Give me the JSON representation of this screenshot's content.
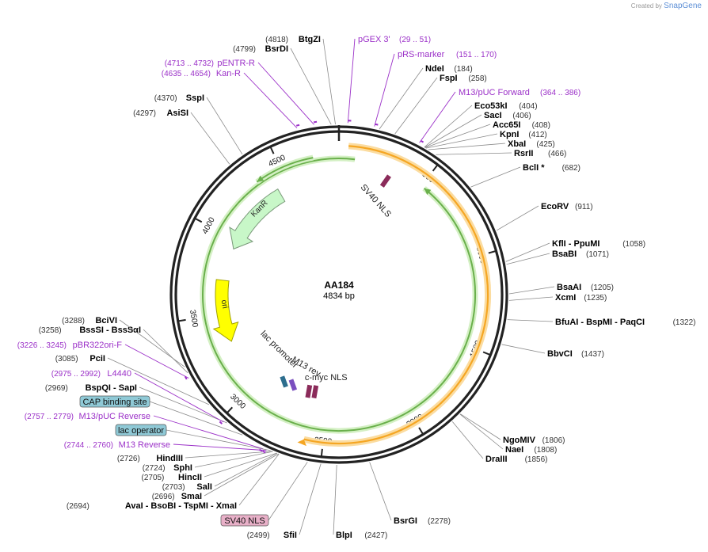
{
  "brand": {
    "prefix": "Created by",
    "name": "SnapGene"
  },
  "plasmid": {
    "name": "AA184",
    "length_label": "4834 bp",
    "length": 4834,
    "ticks": [
      {
        "pos": 500,
        "label": "500"
      },
      {
        "pos": 1000,
        "label": "1000"
      },
      {
        "pos": 1500,
        "label": "1500"
      },
      {
        "pos": 2000,
        "label": "2000"
      },
      {
        "pos": 2500,
        "label": "2500"
      },
      {
        "pos": 3000,
        "label": "3000"
      },
      {
        "pos": 3500,
        "label": "3500"
      },
      {
        "pos": 4000,
        "label": "4000"
      },
      {
        "pos": 4500,
        "label": "4500"
      }
    ]
  },
  "colors": {
    "backbone": "#222222",
    "enzyme_text": "#000000",
    "coord_text": "#333333",
    "primer": "#9b30c8",
    "leader": "#8a8a8a",
    "kanr_fill": "#c8f7c8",
    "kanr_stroke": "#7a9a7a",
    "ori_fill": "#ffff00",
    "ori_stroke": "#a0a000",
    "orange_feature": "#f5a623",
    "green_feature": "#6ab04c",
    "promoter_box": "#8fc9d6",
    "nls_box": "#e8b0c8",
    "nls_marker": "#8b2b5a",
    "lac_marker": "#2d6e8e"
  },
  "enzymes": [
    {
      "name": "BtgZI",
      "coord": "(4818)",
      "bp": 4818
    },
    {
      "name": "BsrDI",
      "coord": "(4799)",
      "bp": 4799
    },
    {
      "name": "NdeI",
      "coord": "(184)",
      "bp": 184
    },
    {
      "name": "FspI",
      "coord": "(258)",
      "bp": 258
    },
    {
      "name": "Eco53kI",
      "coord": "(404)",
      "bp": 404
    },
    {
      "name": "SacI",
      "coord": "(406)",
      "bp": 406
    },
    {
      "name": "Acc65I",
      "coord": "(408)",
      "bp": 408
    },
    {
      "name": "KpnI",
      "coord": "(412)",
      "bp": 412
    },
    {
      "name": "XbaI",
      "coord": "(425)",
      "bp": 425
    },
    {
      "name": "RsrII",
      "coord": "(466)",
      "bp": 466
    },
    {
      "name": "BclI *",
      "coord": "(682)",
      "bp": 682
    },
    {
      "name": "EcoRV",
      "coord": "(911)",
      "bp": 911
    },
    {
      "name": "KflI - PpuMI",
      "coord": "(1058)",
      "bp": 1058
    },
    {
      "name": "BsaBI",
      "coord": "(1071)",
      "bp": 1071
    },
    {
      "name": "BsaAI",
      "coord": "(1205)",
      "bp": 1205
    },
    {
      "name": "XcmI",
      "coord": "(1235)",
      "bp": 1235
    },
    {
      "name": "BfuAI - BspMI - PaqCI",
      "coord": "(1322)",
      "bp": 1322
    },
    {
      "name": "BbvCI",
      "coord": "(1437)",
      "bp": 1437
    },
    {
      "name": "NgoMIV",
      "coord": "(1806)",
      "bp": 1806
    },
    {
      "name": "NaeI",
      "coord": "(1808)",
      "bp": 1808
    },
    {
      "name": "DraIII",
      "coord": "(1856)",
      "bp": 1856
    },
    {
      "name": "BsrGI",
      "coord": "(2278)",
      "bp": 2278
    },
    {
      "name": "BlpI",
      "coord": "(2427)",
      "bp": 2427
    },
    {
      "name": "SfiI",
      "coord": "(2499)",
      "bp": 2499
    },
    {
      "name": "AvaI - BsoBI - TspMI - XmaI",
      "coord": "(2694)",
      "bp": 2694
    },
    {
      "name": "SmaI",
      "coord": "(2696)",
      "bp": 2696
    },
    {
      "name": "SalI",
      "coord": "(2703)",
      "bp": 2703
    },
    {
      "name": "HincII",
      "coord": "(2705)",
      "bp": 2705
    },
    {
      "name": "SphI",
      "coord": "(2724)",
      "bp": 2724
    },
    {
      "name": "HindIII",
      "coord": "(2726)",
      "bp": 2726
    },
    {
      "name": "BspQI - SapI",
      "coord": "(2969)",
      "bp": 2969
    },
    {
      "name": "PciI",
      "coord": "(3085)",
      "bp": 3085
    },
    {
      "name": "BssSI - BssSαI",
      "coord": "(3258)",
      "bp": 3258
    },
    {
      "name": "BciVI",
      "coord": "(3288)",
      "bp": 3288
    },
    {
      "name": "AsiSI",
      "coord": "(4297)",
      "bp": 4297
    },
    {
      "name": "SspI",
      "coord": "(4370)",
      "bp": 4370
    }
  ],
  "primers": [
    {
      "name": "pGEX 3'",
      "coord": "(29 .. 51)",
      "bp": 40
    },
    {
      "name": "pRS-marker",
      "coord": "(151 .. 170)",
      "bp": 160
    },
    {
      "name": "M13/pUC Forward",
      "coord": "(364 .. 386)",
      "bp": 375
    },
    {
      "name": "pENTR-R",
      "coord": "(4713 .. 4732)",
      "bp": 4722
    },
    {
      "name": "Kan-R",
      "coord": "(4635 .. 4654)",
      "bp": 4644
    },
    {
      "name": "pBR322ori-F",
      "coord": "(3226 .. 3245)",
      "bp": 3235
    },
    {
      "name": "L4440",
      "coord": "(2975 .. 2992)",
      "bp": 2983
    },
    {
      "name": "M13/pUC Reverse",
      "coord": "(2757 .. 2779)",
      "bp": 2768
    },
    {
      "name": "M13 Reverse",
      "coord": "(2744 .. 2760)",
      "bp": 2752
    }
  ],
  "boxed_features": [
    {
      "name": "CAP binding site",
      "bp": 2880
    },
    {
      "name": "lac operator",
      "bp": 2735
    },
    {
      "name": "SV40 NLS",
      "bp": 2560
    }
  ],
  "features": [
    {
      "name": "KanR",
      "type": "arrow",
      "start": 4430,
      "end": 3940,
      "direction": "ccw",
      "ring": "inner-wide"
    },
    {
      "name": "ori",
      "type": "arrow",
      "start": 3720,
      "end": 3310,
      "direction": "ccw",
      "ring": "inner-wide"
    },
    {
      "name": "SV40 NLS",
      "type": "marker",
      "bp": 300,
      "ring": "inner"
    },
    {
      "name": "lac promoter",
      "type": "marker",
      "bp": 2850,
      "ring": "inner-small"
    },
    {
      "name": "M13 rev",
      "type": "marker",
      "bp": 2780,
      "ring": "inner-small"
    },
    {
      "name": "c-myc NLS",
      "type": "marker",
      "bp": 2650,
      "ring": "inner-small"
    }
  ],
  "arcs": [
    {
      "name": "orange-feature",
      "start": 50,
      "end": 2600,
      "direction": "cw"
    },
    {
      "name": "green-feature",
      "start": 90,
      "end": 520,
      "direction": "ccw"
    },
    {
      "name": "green-feature-2",
      "start": 4690,
      "end": 4350,
      "direction": "ccw"
    }
  ]
}
